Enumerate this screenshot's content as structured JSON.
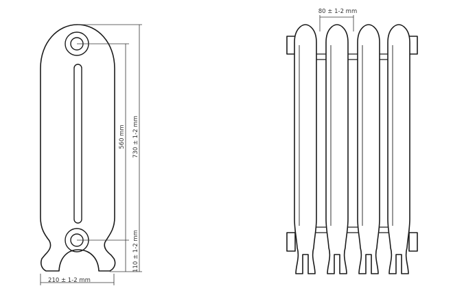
{
  "dimensions": {
    "width_side": "210 ± 1-2 mm",
    "height_axis": "560 mm",
    "height_total": "730 ± 1-2 mm",
    "height_bottom": "110 ± 1-2 mm",
    "section_pitch": "80 ± 1-2 mm"
  },
  "colors": {
    "line": "#1a1a1a",
    "dimension": "#333333",
    "background": "#ffffff"
  }
}
